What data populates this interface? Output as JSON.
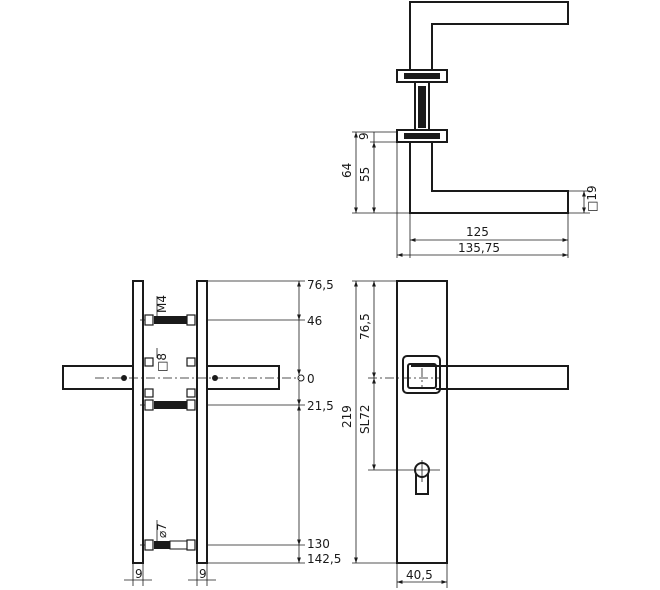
{
  "top_view": {
    "dim_9": "9",
    "dim_64": "64",
    "dim_55": "55",
    "dim_sq19": "□19",
    "dim_125": "125",
    "dim_135_75": "135,75"
  },
  "side_view": {
    "dim_76_5": "76,5",
    "dim_46": "46",
    "dim_0": "0",
    "dim_21_5": "21,5",
    "dim_130": "130",
    "dim_142_5": "142,5",
    "thread_m4": "M4",
    "square_8": "□8",
    "dia_7": "⌀7",
    "plate_left_9": "9",
    "plate_right_9": "9"
  },
  "front_view": {
    "dim_76_5": "76,5",
    "dim_219": "219",
    "dim_sl72": "SL72",
    "dim_40_5": "40,5"
  }
}
